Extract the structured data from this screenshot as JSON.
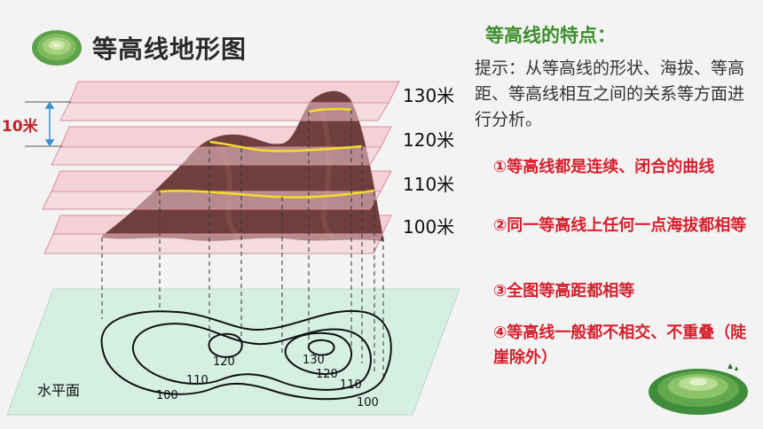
{
  "title": "等高线地形图",
  "features_heading": "等高线的特点：",
  "hint": "提示：从等高线的形状、海拔、等高距、等高线相互之间的关系等方面进行分析。",
  "features": [
    "①等高线都是连续、闭合的曲线",
    "②同一等高线上任何一点海拔都相等",
    "③全图等高距都相等",
    "④等高线一般都不相交、不重叠（陡崖除外）"
  ],
  "diagram": {
    "contour_interval": "10米",
    "levels": [
      "130米",
      "120米",
      "110米",
      "100米"
    ],
    "plane_label": "水平面",
    "contour_values": [
      "120",
      "110",
      "100",
      "130",
      "120",
      "110",
      "100"
    ]
  },
  "colors": {
    "heading_green": "#3e8e2e",
    "feature_red": "#d61f2c",
    "mountain_brown": "#6e3f3d",
    "contour_yellow": "#f2dc2a",
    "plane_pink": "#f4c9d0",
    "plane_green": "#d5efe3"
  }
}
